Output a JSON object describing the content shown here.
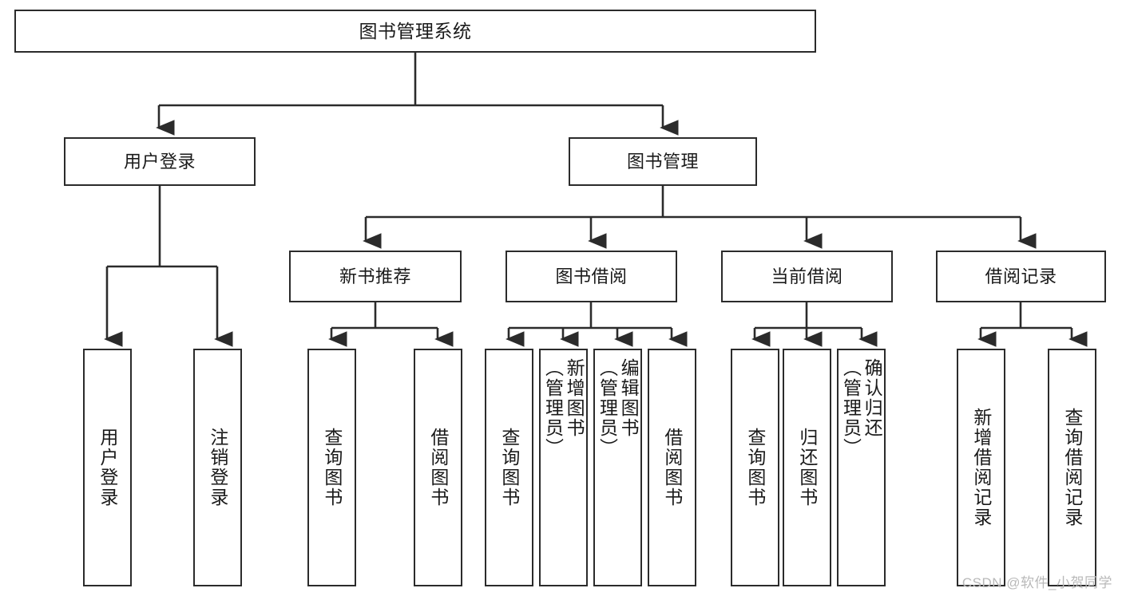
{
  "diagram": {
    "title": "图书管理系统",
    "type": "tree-hierarchy-diagram",
    "watermark": "CSDN @软件_小贺同学",
    "colors": {
      "box_border": "#2b2b2b",
      "box_fill": "#ffffff",
      "edge": "#2b2b2b",
      "text": "#1a1a1a",
      "watermark": "#b9b9b9"
    },
    "nodes": {
      "root": {
        "label": "图书管理系统"
      },
      "level1": [
        {
          "label": "用户登录"
        },
        {
          "label": "图书管理"
        }
      ],
      "level2": [
        {
          "label": "新书推荐"
        },
        {
          "label": "图书借阅"
        },
        {
          "label": "当前借阅"
        },
        {
          "label": "借阅记录"
        }
      ],
      "leaves": {
        "user_login": [
          {
            "label": "用户登录"
          },
          {
            "label": "注销登录"
          }
        ],
        "new_book_recommend": [
          {
            "label": "查询图书"
          },
          {
            "label": "借阅图书"
          }
        ],
        "book_borrow": [
          {
            "label": "查询图书"
          },
          {
            "label": "新增图书\n（管理员）"
          },
          {
            "label": "编辑图书\n（管理员）"
          },
          {
            "label": "借阅图书"
          }
        ],
        "current_borrow": [
          {
            "label": "查询图书"
          },
          {
            "label": "归还图书"
          },
          {
            "label": "确认归还\n（管理员）"
          }
        ],
        "borrow_record": [
          {
            "label": "新增借阅记录"
          },
          {
            "label": "查询借阅记录"
          }
        ]
      }
    }
  }
}
